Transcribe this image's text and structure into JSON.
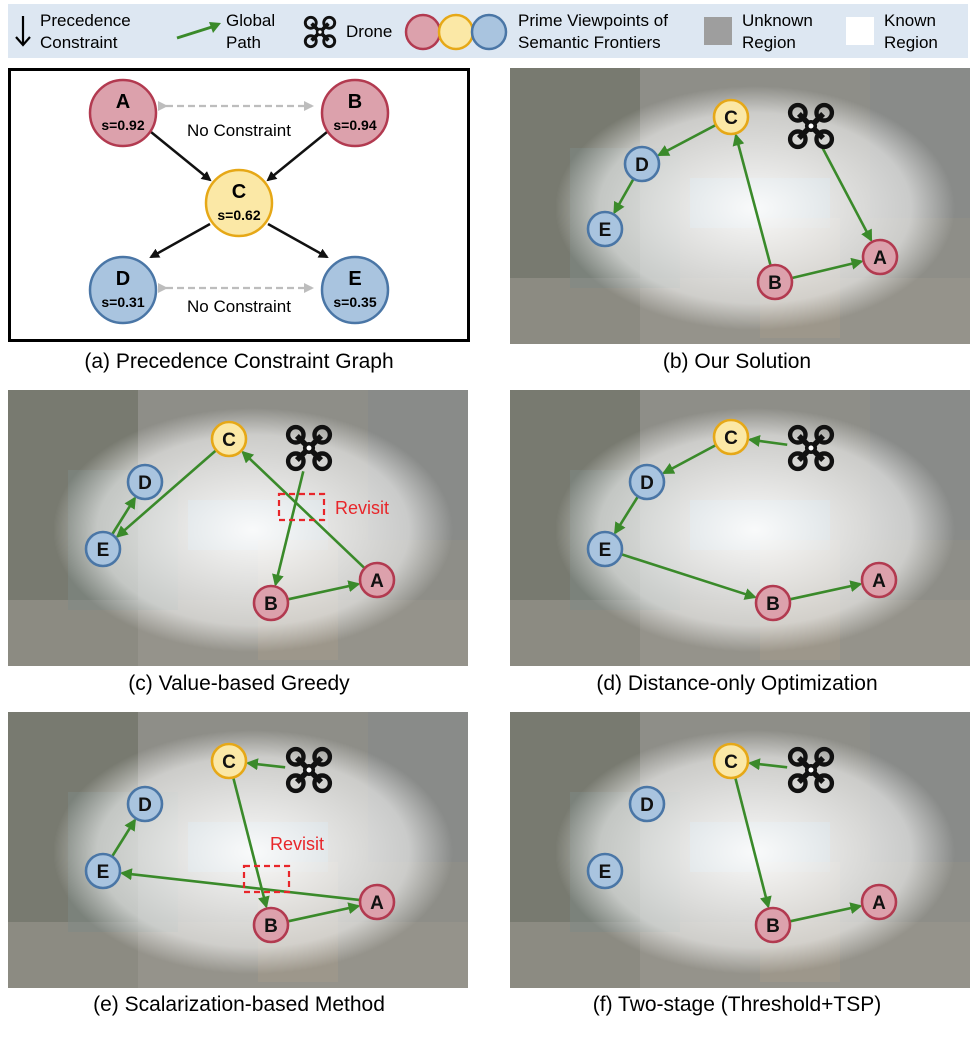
{
  "legend": {
    "precedence": [
      "Precedence",
      "Constraint"
    ],
    "global_path": [
      "Global",
      "Path"
    ],
    "drone": "Drone",
    "prime": [
      "Prime Viewpoints of",
      "Semantic Frontiers"
    ],
    "unknown": [
      "Unknown",
      "Region"
    ],
    "known": [
      "Known",
      "Region"
    ]
  },
  "graph": {
    "nodes": {
      "A": {
        "label": "A",
        "score": "s=0.92"
      },
      "B": {
        "label": "B",
        "score": "s=0.94"
      },
      "C": {
        "label": "C",
        "score": "s=0.62"
      },
      "D": {
        "label": "D",
        "score": "s=0.31"
      },
      "E": {
        "label": "E",
        "score": "s=0.35"
      }
    },
    "no_constraint": "No Constraint"
  },
  "node_labels": {
    "A": "A",
    "B": "B",
    "C": "C",
    "D": "D",
    "E": "E"
  },
  "revisit": "Revisit",
  "captions": {
    "a": "(a) Precedence Constraint Graph",
    "b": "(b) Our Solution",
    "c": "(c) Value-based Greedy",
    "d": "(d) Distance-only Optimization",
    "e": "(e) Scalarization-based Method",
    "f": "(f) Two-stage (Threshold+TSP)"
  },
  "colors": {
    "red_fill": "#dca1ac",
    "red_stroke": "#b23a50",
    "yellow_fill": "#fbe8a6",
    "yellow_stroke": "#e6a817",
    "blue_fill": "#a9c4df",
    "blue_stroke": "#4a76a6",
    "path": "#3a8a2a",
    "revisit": "#e8262a",
    "legend_bg": "#dde7f2"
  }
}
